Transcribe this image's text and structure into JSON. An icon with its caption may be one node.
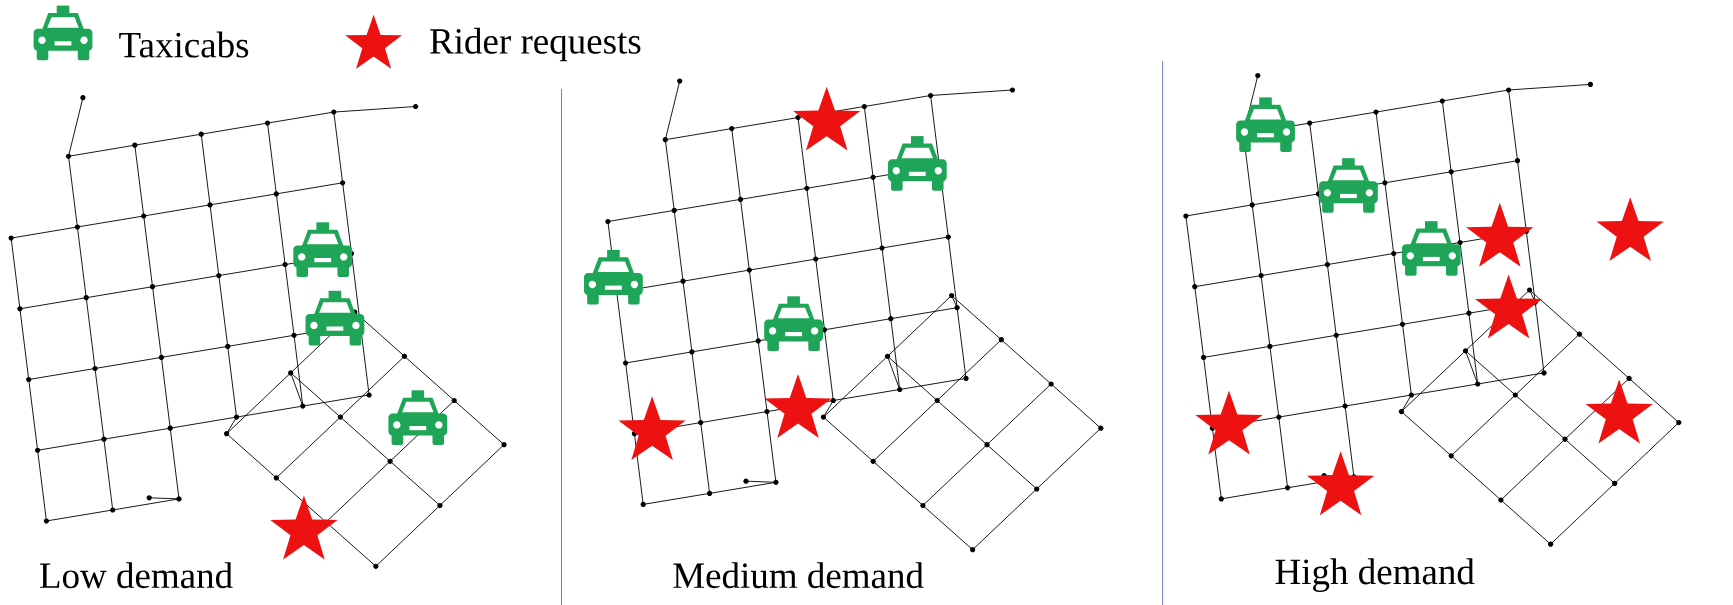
{
  "diagram": {
    "labels": [
      "Low demand",
      "Medium demand",
      "High demand"
    ],
    "legend": [
      {
        "text": "Taxicabs"
      },
      {
        "text": "Rider requests"
      }
    ]
  }
}
